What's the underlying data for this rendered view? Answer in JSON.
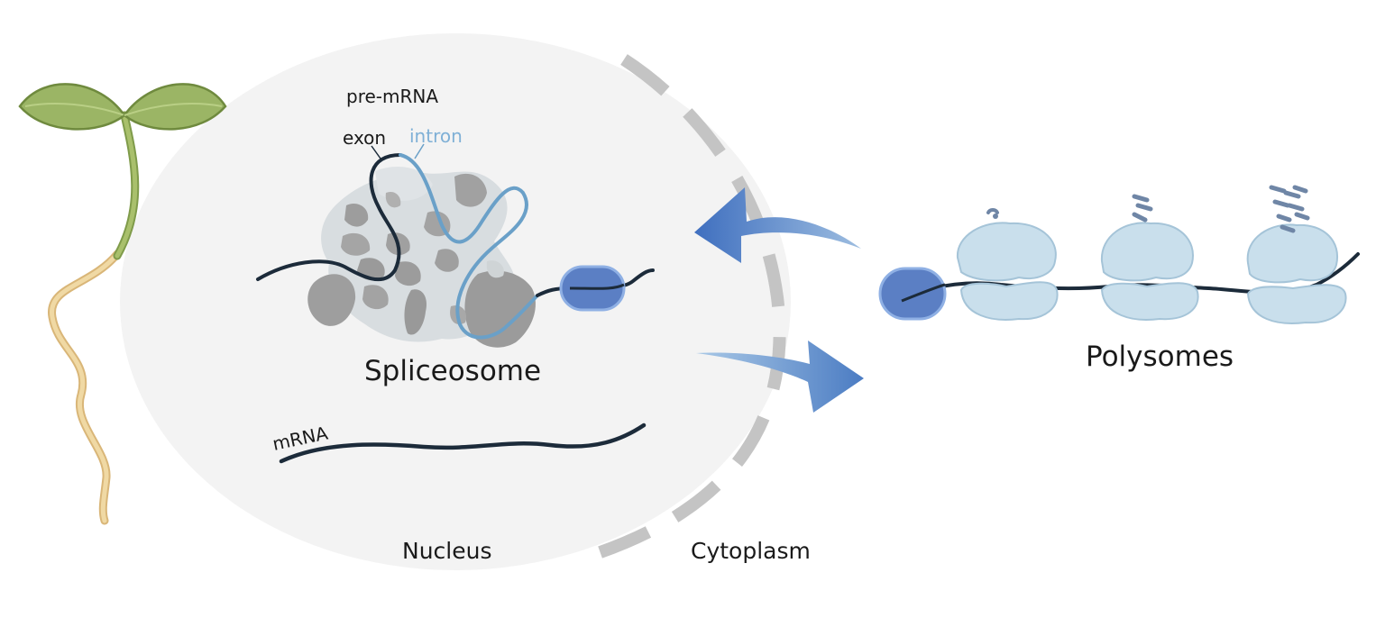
{
  "labels": {
    "pre_mrna": "pre-mRNA",
    "exon": "exon",
    "intron": "intron",
    "spliceosome": "Spliceosome",
    "mrna": "mRNA",
    "nucleus": "Nucleus",
    "cytoplasm": "Cytoplasm",
    "polysomes": "Polysomes"
  },
  "colors": {
    "exon_strand": "#1c2b3a",
    "intron_strand": "#6aa0c8",
    "intron_label": "#7fb0d6",
    "cap": "#5b7fc4",
    "ribosome": "#c9dfec",
    "arrow": "#4a78c2",
    "nucleus_fill": "#f3f3f3",
    "membrane": "#c4c4c4",
    "leaf": "#9bb565",
    "root": "#e8c98a",
    "spliceosome_dark": "#9d9d9d",
    "spliceosome_light": "#d3d8db"
  }
}
